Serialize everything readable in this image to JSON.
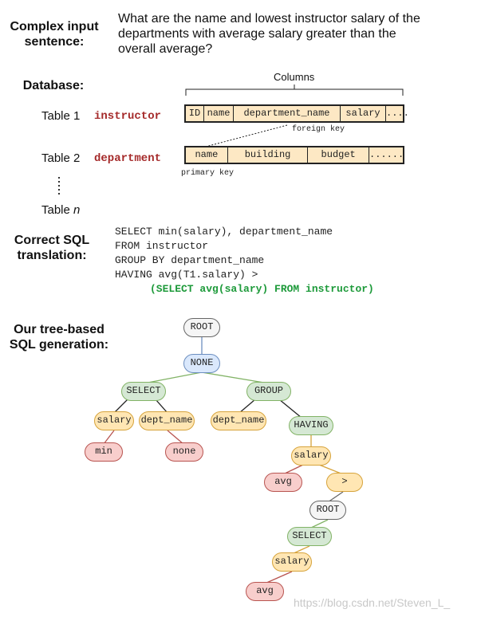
{
  "labels": {
    "complex_input": "Complex input sentence:",
    "database": "Database:",
    "correct_sql": "Correct SQL translation:",
    "tree_based": "Our tree-based SQL generation:"
  },
  "sentence": "What are the name and lowest instructor salary of the departments with average salary greater than the overall average?",
  "columns_label": "Columns",
  "tables": [
    {
      "label": "Table 1",
      "name": "instructor",
      "cells": [
        "ID",
        "name",
        "department_name",
        "salary",
        "...."
      ]
    },
    {
      "label": "Table 2",
      "name": "department",
      "cells": [
        "name",
        "building",
        "budget",
        "......"
      ]
    }
  ],
  "table_n": {
    "prefix": "Table ",
    "suffix": "n"
  },
  "foreign_key": "foreign key",
  "primary_key": "primary key",
  "sql": {
    "line1": "SELECT min(salary), department_name",
    "line2": "FROM instructor",
    "line3": "GROUP BY department_name",
    "line4": "HAVING avg(T1.salary) >",
    "line5": "(SELECT avg(salary) FROM instructor)"
  },
  "tree": {
    "root": "ROOT",
    "none": "NONE",
    "select": "SELECT",
    "group": "GROUP",
    "salary1": "salary",
    "dept1": "dept_name",
    "dept2": "dept_name",
    "having": "HAVING",
    "min": "min",
    "none2": "none",
    "salary2": "salary",
    "avg1": "avg",
    "gt": ">",
    "root2": "ROOT",
    "select2": "SELECT",
    "salary3": "salary",
    "avg2": "avg"
  },
  "watermark": "https://blog.csdn.net/Steven_L_",
  "colors": {
    "table_name": "#a52a2a",
    "subquery": "#1d9a3a",
    "table_fill": "#fde8c4",
    "node_gray": "#f5f5f5",
    "node_blue": "#dae8fc",
    "node_green": "#d5e8d4",
    "node_yellow": "#ffe6b3",
    "node_red": "#f8cecc"
  }
}
